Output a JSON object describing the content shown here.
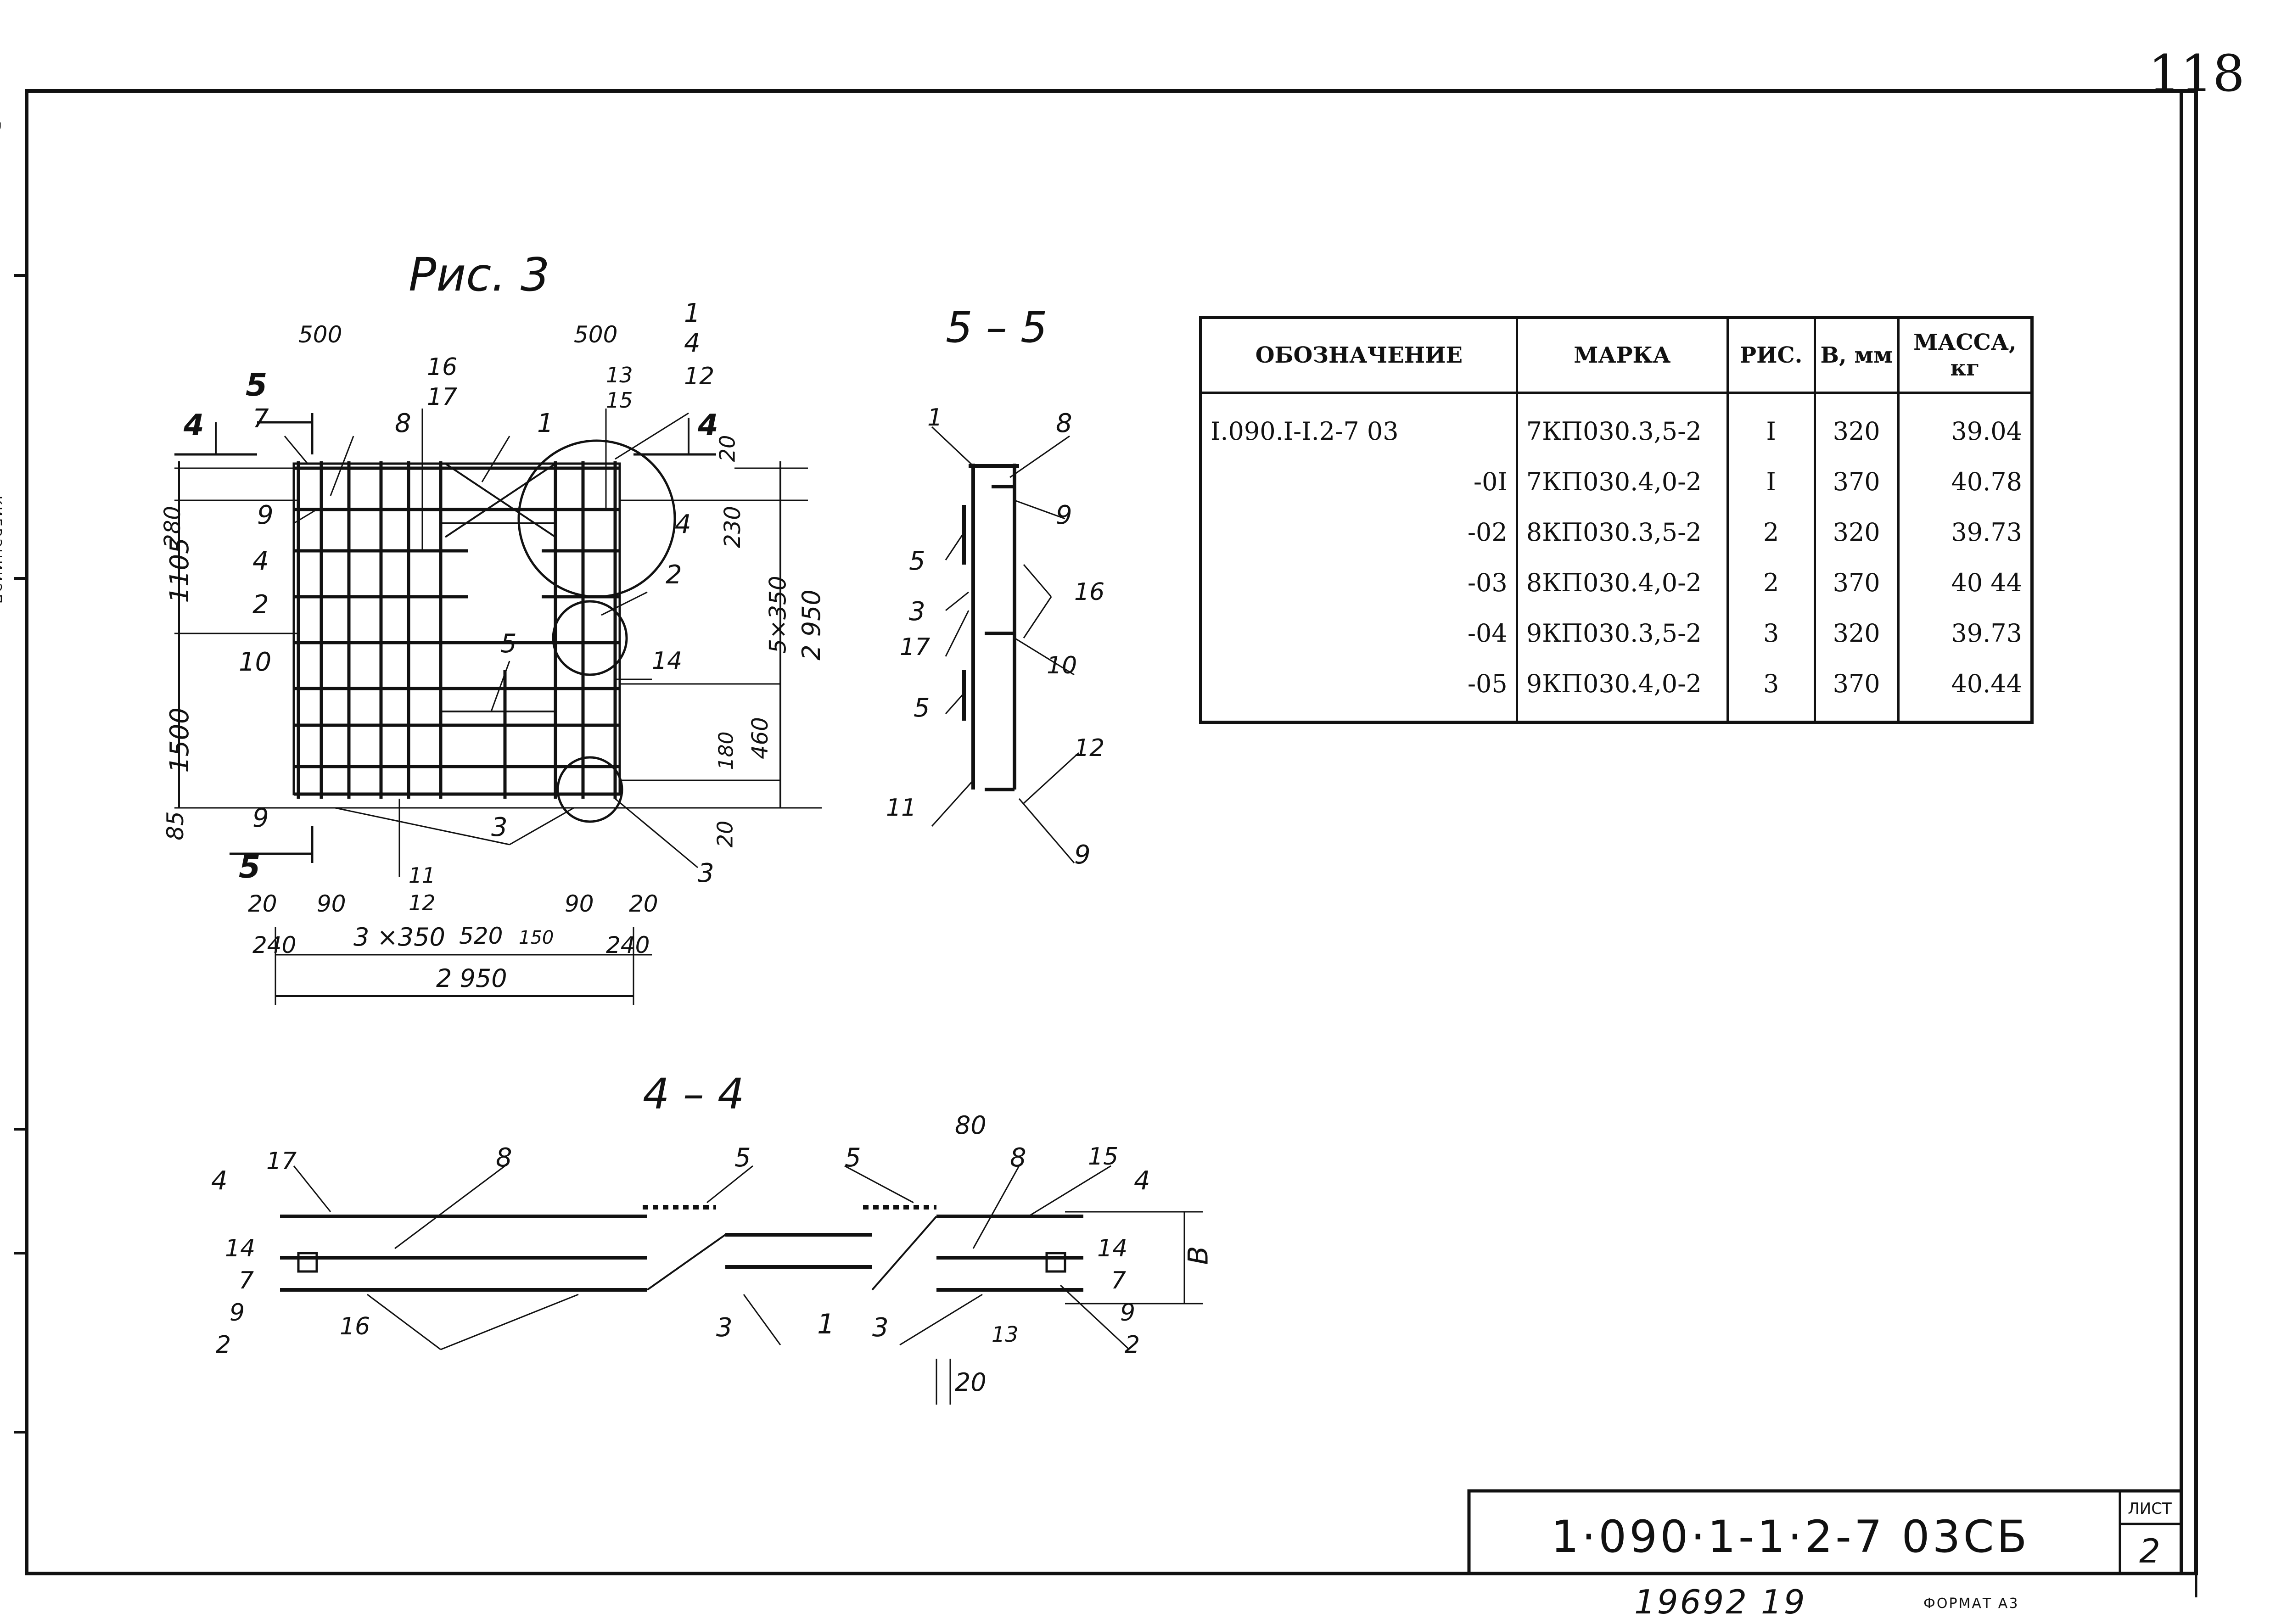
{
  "page_number": "118",
  "side": {
    "org": "КИЕВЗНИИЭП",
    "sign": "Ред.:"
  },
  "titles": {
    "fig": "Рис. 3",
    "sec55": "5 – 5",
    "sec44": "4 – 4"
  },
  "table": {
    "headers": {
      "designation": "ОБОЗНАЧЕНИЕ",
      "mark": "МАРКА",
      "fig": "РИС.",
      "b": "B, мм",
      "mass": "МАССА, кг"
    },
    "rows": [
      {
        "designation": "I.090.I-I.2-7 03",
        "mark": "7КП030.3,5-2",
        "fig": "I",
        "b": "320",
        "mass": "39.04"
      },
      {
        "designation": "-0I",
        "mark": "7КП030.4,0-2",
        "fig": "I",
        "b": "370",
        "mass": "40.78"
      },
      {
        "designation": "-02",
        "mark": "8КП030.3,5-2",
        "fig": "2",
        "b": "320",
        "mass": "39.73"
      },
      {
        "designation": "-03",
        "mark": "8КП030.4,0-2",
        "fig": "2",
        "b": "370",
        "mass": "40 44"
      },
      {
        "designation": "-04",
        "mark": "9КП030.3,5-2",
        "fig": "3",
        "b": "320",
        "mass": "39.73"
      },
      {
        "designation": "-05",
        "mark": "9КП030.4,0-2",
        "fig": "3",
        "b": "370",
        "mass": "40.44"
      }
    ]
  },
  "stamp": {
    "code": "1·090·1-1·2-7 03СБ",
    "sheet_label": "ЛИСТ",
    "sheet_number": "2"
  },
  "footer": {
    "inventory": "19692 19",
    "format": "ФОРМАТ А3"
  },
  "dims": {
    "d500a": "500",
    "d500b": "500",
    "d280": "280",
    "d1105": "1105",
    "d1500": "1500",
    "d85": "85",
    "d20a": "20",
    "d230": "230",
    "d5x350": "5×350",
    "d2950v": "2 950",
    "d180": "180",
    "d460": "460",
    "d20b": "20",
    "b20l": "20",
    "b90l": "90",
    "b240l": "240",
    "b3x350": "3 ×350",
    "b520": "520",
    "b150": "150",
    "b90r": "90",
    "b20r": "20",
    "b240r": "240",
    "b2950": "2 950",
    "s80": "80",
    "s20": "20",
    "sB": "В"
  },
  "callouts": {
    "n1": "1",
    "n2": "2",
    "n3": "3",
    "n4": "4",
    "n5": "5",
    "n7": "7",
    "n8": "8",
    "n9": "9",
    "n10": "10",
    "n11": "11",
    "n12": "12",
    "n13": "13",
    "n14": "14",
    "n15": "15",
    "n16": "16",
    "n17": "17"
  }
}
